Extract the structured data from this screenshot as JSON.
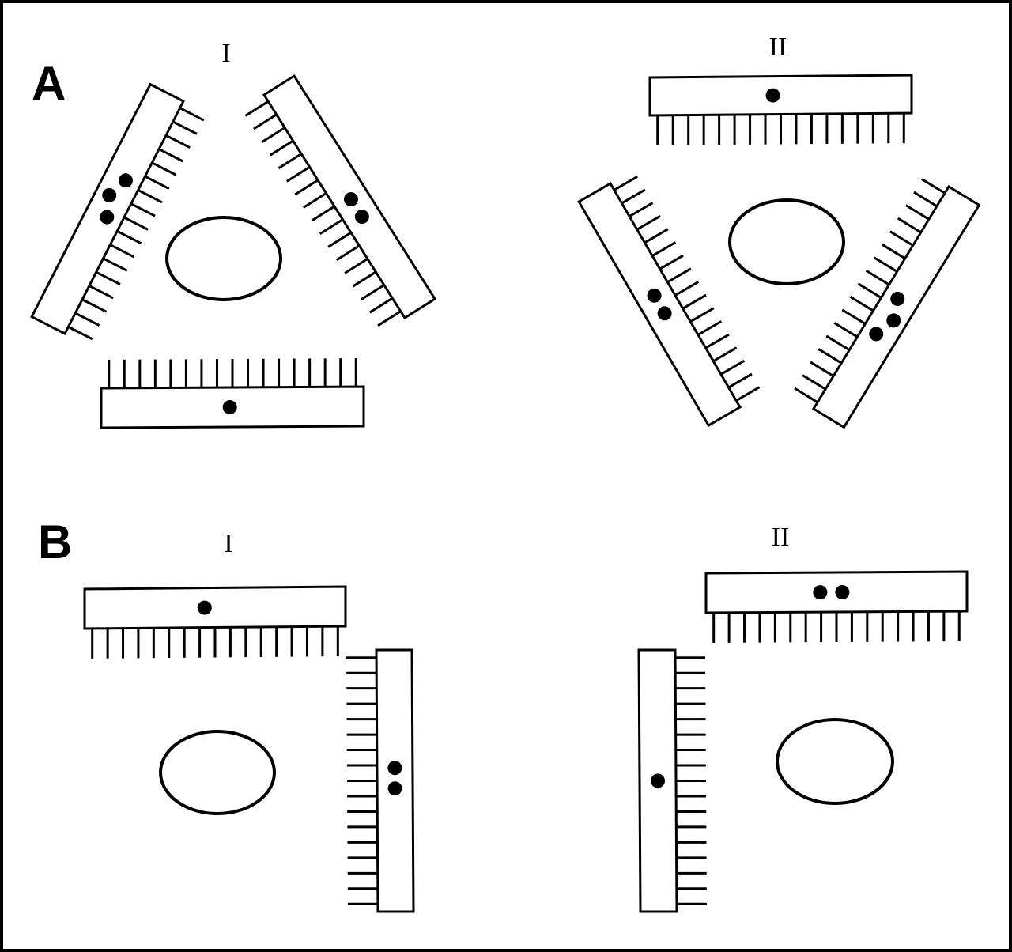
{
  "figure": {
    "panels": [
      {
        "letter": "A",
        "diagrams": [
          {
            "numeral": "I",
            "bars": [
              {
                "dots": 3
              },
              {
                "dots": 2
              },
              {
                "dots": 1
              }
            ]
          },
          {
            "numeral": "II",
            "bars": [
              {
                "dots": 1
              },
              {
                "dots": 2
              },
              {
                "dots": 3
              }
            ]
          }
        ]
      },
      {
        "letter": "B",
        "diagrams": [
          {
            "numeral": "I",
            "bars": [
              {
                "dots": 1
              },
              {
                "dots": 2
              }
            ]
          },
          {
            "numeral": "II",
            "bars": [
              {
                "dots": 2
              },
              {
                "dots": 1
              }
            ]
          }
        ]
      }
    ],
    "colors": {
      "stroke": "#000000",
      "fill": "#ffffff",
      "dot": "#000000"
    }
  }
}
